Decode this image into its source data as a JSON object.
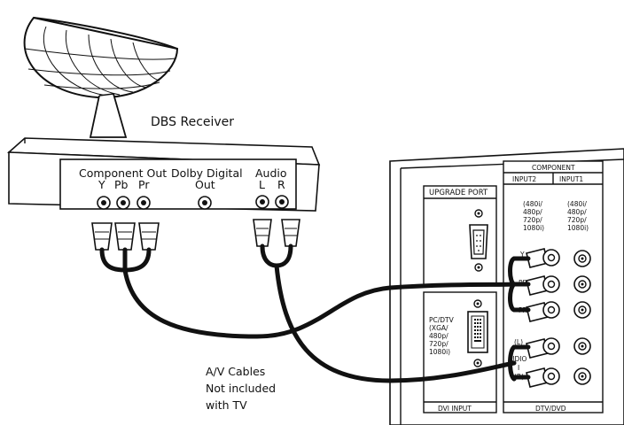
{
  "receiver": {
    "title": "DBS Receiver",
    "component_out": "Component Out",
    "y": "Y",
    "pb": "Pb",
    "pr": "Pr",
    "dolby_line1": "Dolby Digital",
    "dolby_line2": "Out",
    "audio": "Audio",
    "l": "L",
    "r": "R"
  },
  "cables_note": {
    "line1": "A/V Cables",
    "line2": "Not included",
    "line3": "with TV"
  },
  "tv_panel": {
    "upgrade_port": "UPGRADE PORT",
    "pc_dtv": [
      "PC/DTV",
      "(XGA/",
      "480p/",
      "720p/",
      "1080i)"
    ],
    "dvi_input": "DVI INPUT",
    "component": "COMPONENT",
    "input2": "INPUT2",
    "input1": "INPUT1",
    "res_input2": [
      "(480i/",
      "480p/",
      "720p/",
      "1080i)"
    ],
    "res_input1": [
      "(480i/",
      "480p/",
      "720p/",
      "1080i)"
    ],
    "y": "Y",
    "pb": "PB",
    "pr": "PR",
    "l": "(L)",
    "audio_v": [
      "UDIO",
      "I"
    ],
    "r": "(R)",
    "dtv_dvd": "DTV/DVD"
  }
}
